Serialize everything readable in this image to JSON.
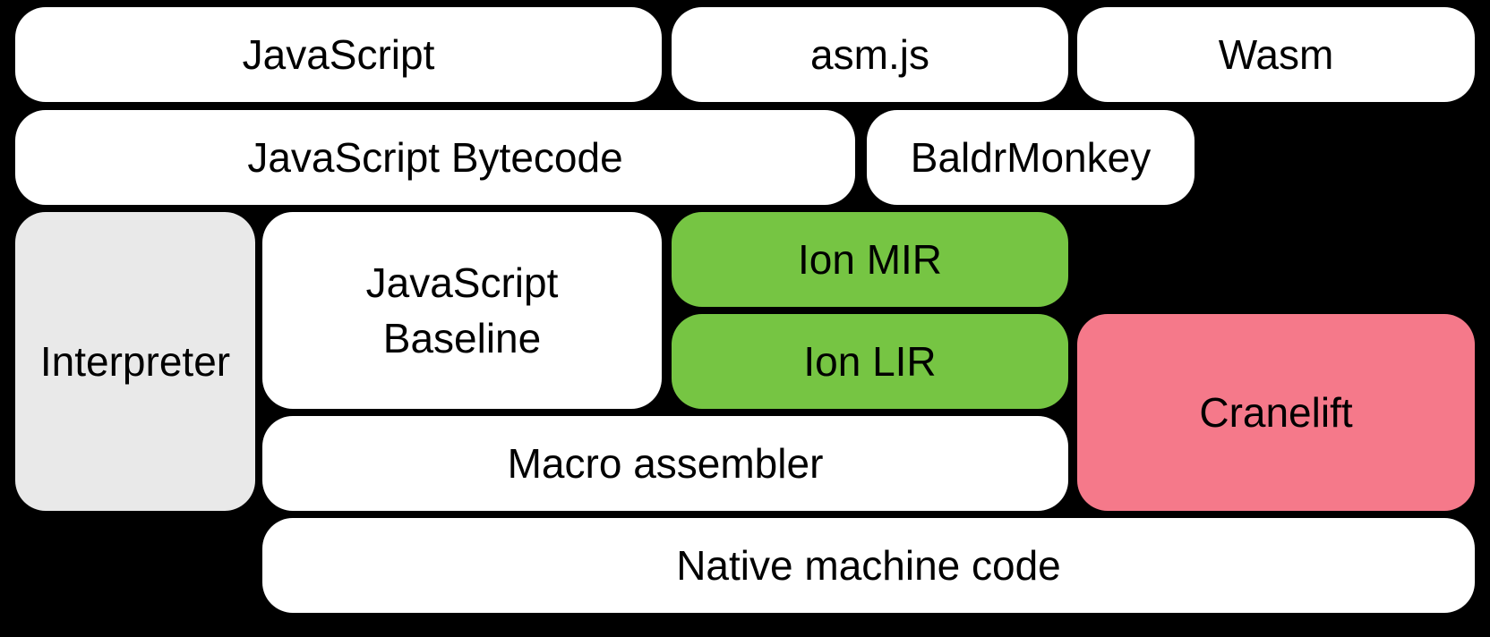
{
  "diagram": {
    "background_color": "#000000",
    "text_color": "#000000",
    "box_colors": {
      "default": "#ffffff",
      "interpreter": "#e9e9e9",
      "ion": "#76c543",
      "cranelift": "#f5798a"
    },
    "boxes": {
      "javascript": {
        "label": "JavaScript"
      },
      "asm_js": {
        "label": "asm.js"
      },
      "wasm": {
        "label": "Wasm"
      },
      "javascript_bytecode": {
        "label": "JavaScript Bytecode"
      },
      "baldrmonkey": {
        "label": "BaldrMonkey"
      },
      "interpreter": {
        "label": "Interpreter"
      },
      "javascript_baseline": {
        "label": "JavaScript\nBaseline"
      },
      "ion_mir": {
        "label": "Ion MIR"
      },
      "ion_lir": {
        "label": "Ion LIR"
      },
      "cranelift": {
        "label": "Cranelift"
      },
      "macro_assembler": {
        "label": "Macro assembler"
      },
      "native_machine_code": {
        "label": "Native machine code"
      }
    }
  }
}
